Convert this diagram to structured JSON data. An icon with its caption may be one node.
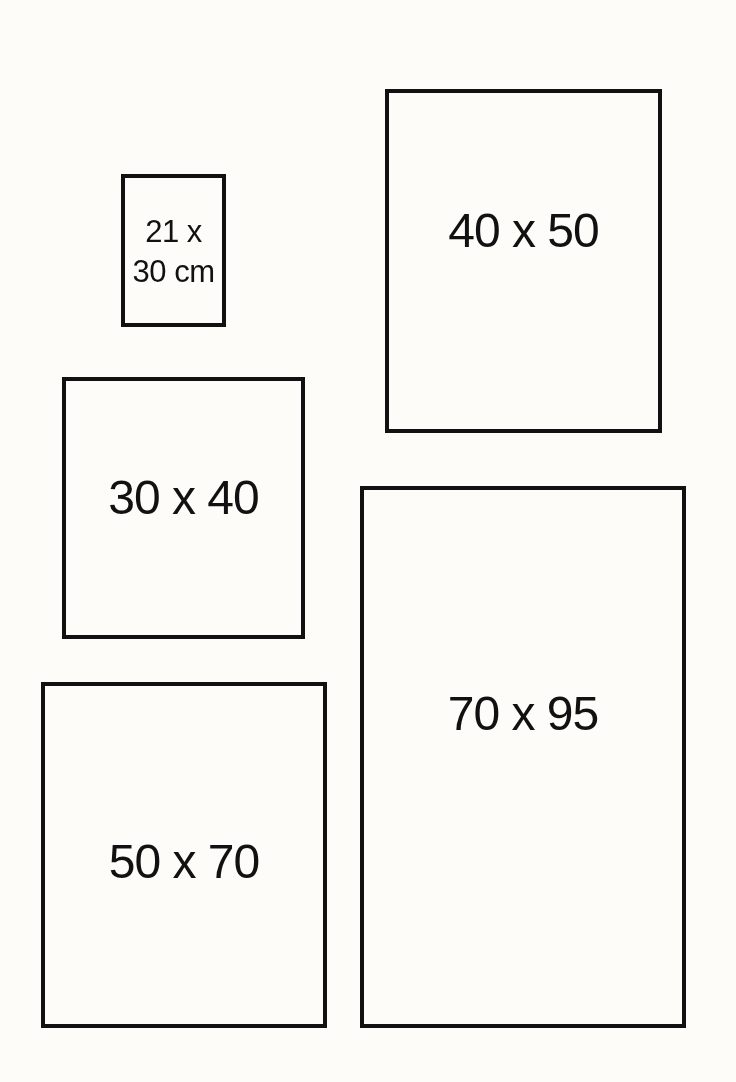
{
  "diagram": {
    "nodes": [
      {
        "text": [
          "40 x 50"
        ]
      },
      {
        "text": [
          "21 x 30 cm"
        ]
      },
      {
        "text": [
          "30 x 40"
        ]
      },
      {
        "text": [
          "70 x 95"
        ]
      },
      {
        "text": [
          "50 x 70"
        ]
      }
    ]
  }
}
